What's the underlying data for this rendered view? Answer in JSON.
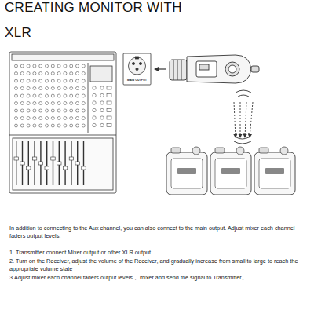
{
  "diagram": {
    "title": "CREATING MONITOR WITH XLR",
    "labels": [
      "MAIN OUTPUT",
      "In addition to connecting to the Aux channel, you can also connect to the main output. Adjust mixer each channel faders output levels.",
      "1. Transmitter connect Mixer output or other XLR output",
      "2. Turn on the Receiver, adjust the volume of the Receiver, and gradually increase from small to large to reach the appropriate volume state",
      "3.Adjust mixer each channel faders output levels， mixer and send the signal to Transmitter。"
    ]
  }
}
